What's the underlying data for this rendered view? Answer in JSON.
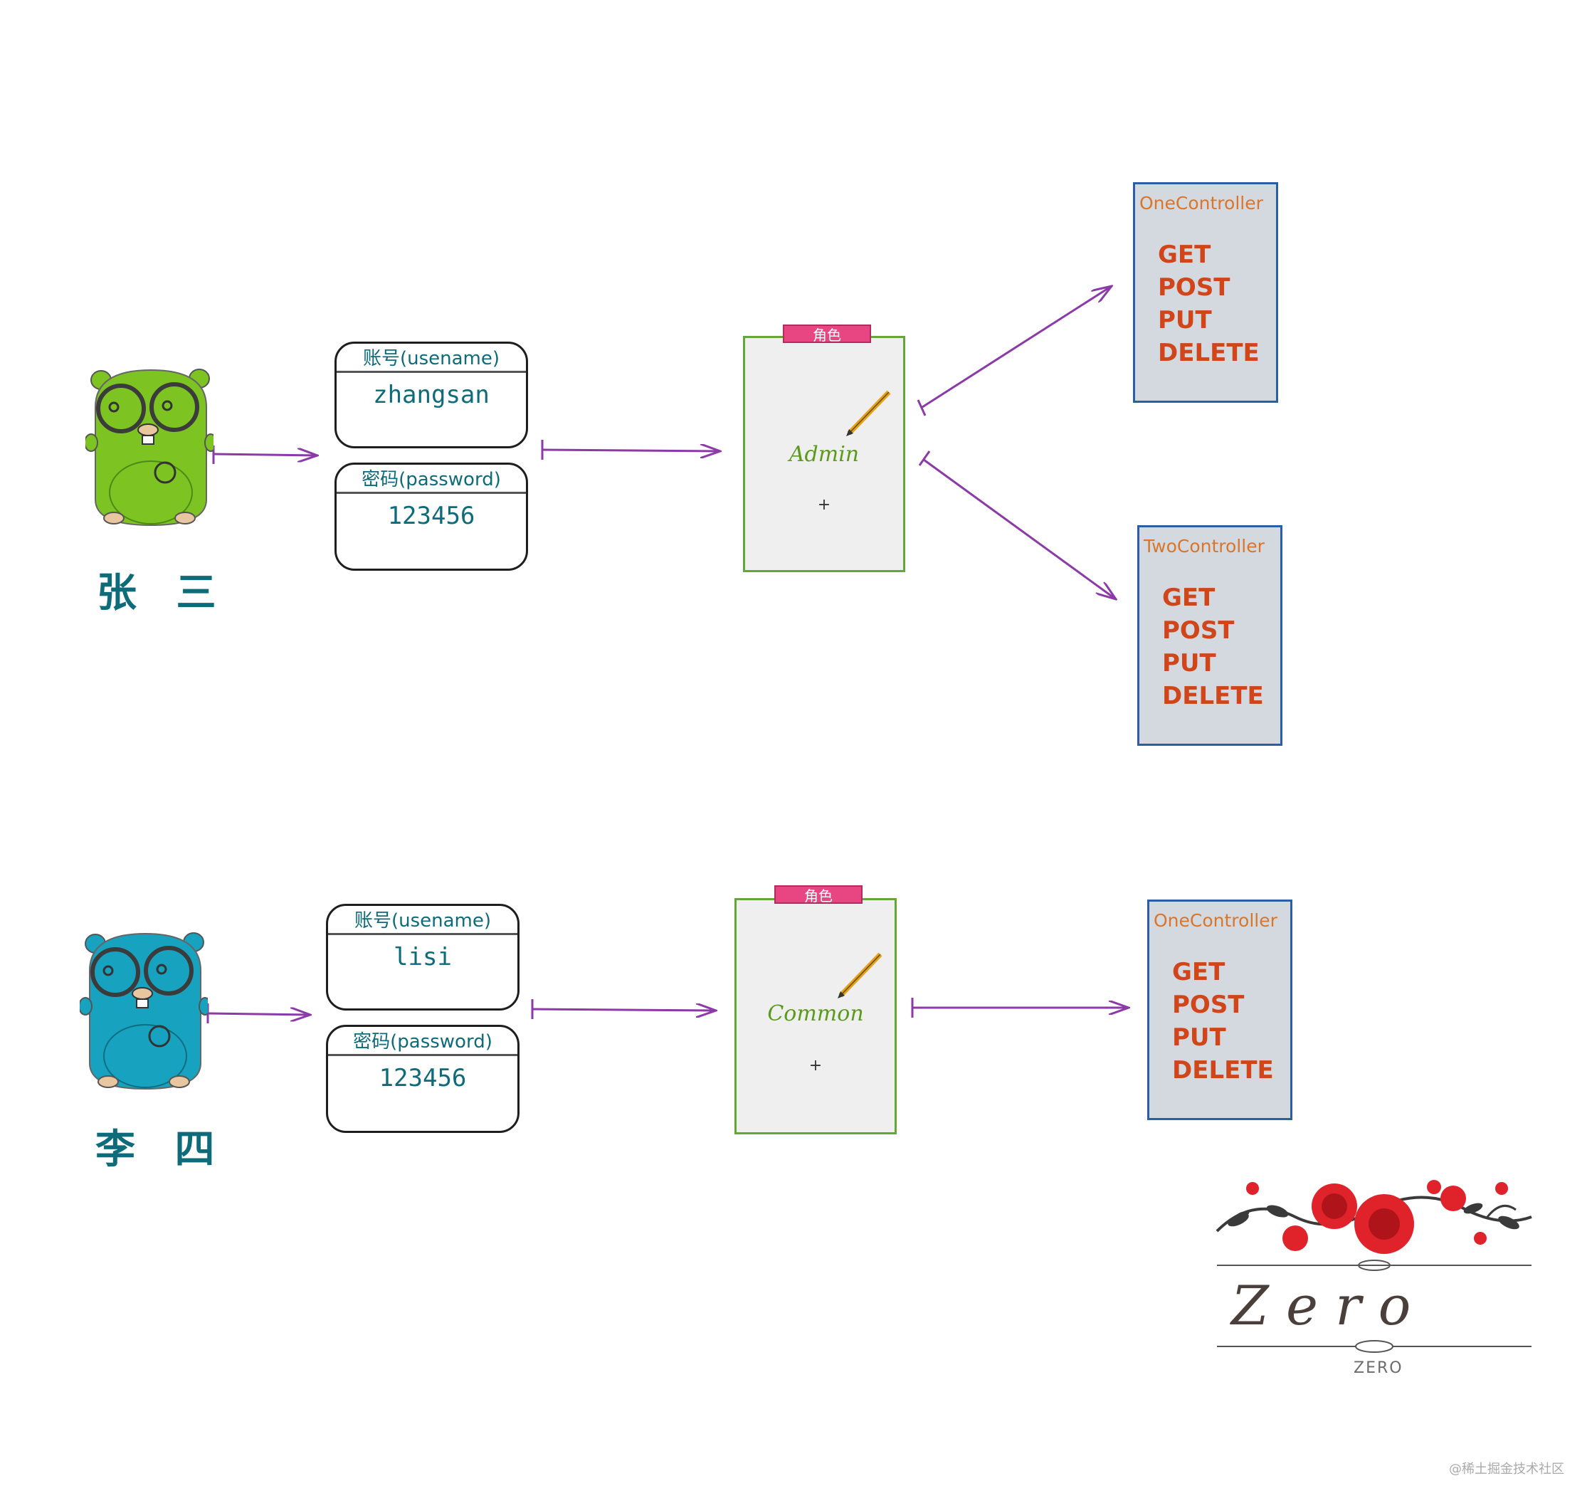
{
  "users": [
    {
      "name": "张 三",
      "username_label": "账号(usename)",
      "username": "zhangsan",
      "password_label": "密码(password)",
      "password": "123456",
      "role_tag": "角色",
      "role": "Admin",
      "role_plus": "+",
      "body_color": "#7dc322"
    },
    {
      "name": "李 四",
      "username_label": "账号(usename)",
      "username": "lisi",
      "password_label": "密码(password)",
      "password": "123456",
      "role_tag": "角色",
      "role": "Common",
      "role_plus": "+",
      "body_color": "#17a2bf"
    }
  ],
  "controllers": [
    {
      "title": "OneController",
      "methods": [
        "GET",
        "POST",
        "PUT",
        "DELETE"
      ]
    },
    {
      "title": "TwoController",
      "methods": [
        "GET",
        "POST",
        "PUT",
        "DELETE"
      ]
    },
    {
      "title": "OneController",
      "methods": [
        "GET",
        "POST",
        "PUT",
        "DELETE"
      ]
    }
  ],
  "logo": {
    "word": "Z e r o",
    "subtitle": "ZERO"
  },
  "watermark": "@稀土掘金技术社区",
  "colors": {
    "arrow": "#8b3aa8",
    "role_border": "#64a637",
    "controller_border": "#2b5fa3",
    "tag": "#e84583"
  }
}
